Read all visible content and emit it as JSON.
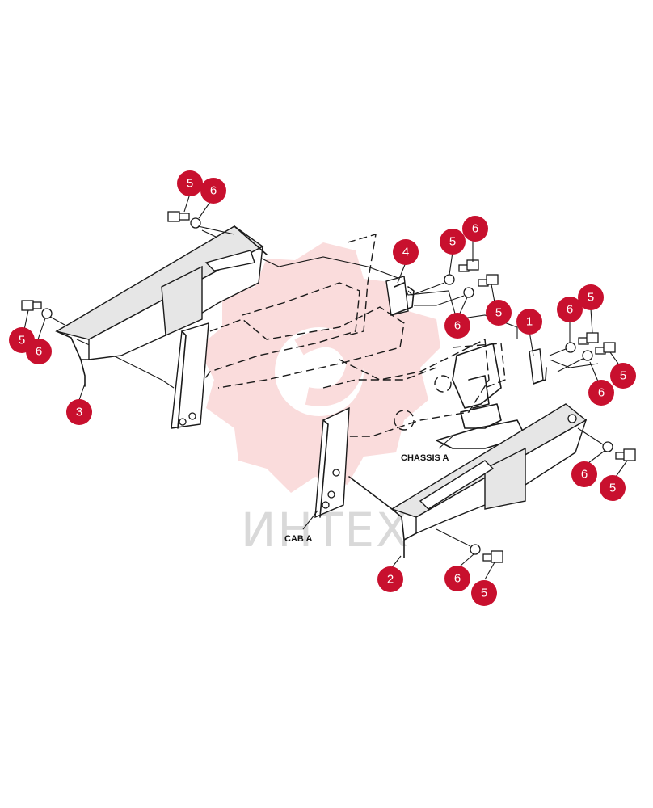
{
  "watermark": {
    "text": "ИНТЕХ",
    "color": "#f4b6b6"
  },
  "labels": {
    "chassis": "CHASSIS A",
    "cab": "CAB A"
  },
  "accent_color": "#c8102e",
  "callouts": [
    {
      "id": "c1",
      "number": "1"
    },
    {
      "id": "c2",
      "number": "2"
    },
    {
      "id": "c3",
      "number": "3"
    },
    {
      "id": "c4",
      "number": "4"
    },
    {
      "id": "c5a",
      "number": "5"
    },
    {
      "id": "c6a",
      "number": "6"
    },
    {
      "id": "c5b",
      "number": "5"
    },
    {
      "id": "c6b",
      "number": "6"
    },
    {
      "id": "c5c",
      "number": "5"
    },
    {
      "id": "c6c",
      "number": "6"
    },
    {
      "id": "c5d",
      "number": "5"
    },
    {
      "id": "c6d",
      "number": "6"
    },
    {
      "id": "c5e",
      "number": "5"
    },
    {
      "id": "c6e",
      "number": "6"
    },
    {
      "id": "c5f",
      "number": "5"
    },
    {
      "id": "c6f",
      "number": "6"
    },
    {
      "id": "c5g",
      "number": "5"
    },
    {
      "id": "c6g",
      "number": "6"
    },
    {
      "id": "c5h",
      "number": "5"
    },
    {
      "id": "c6h",
      "number": "6"
    }
  ]
}
